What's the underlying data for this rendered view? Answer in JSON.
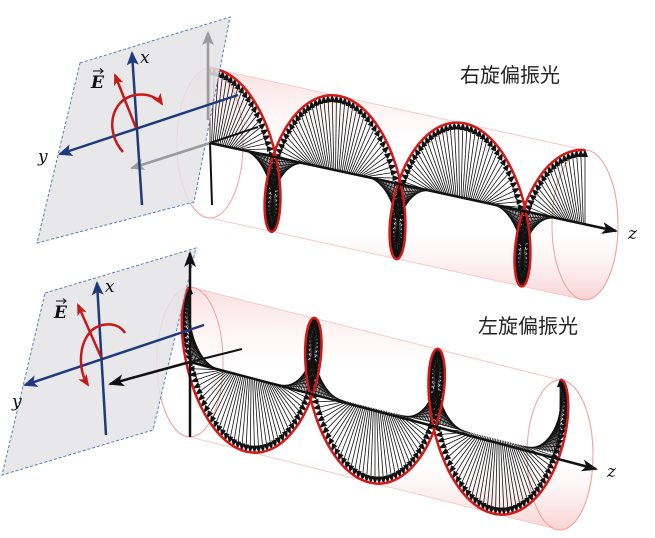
{
  "panels": [
    {
      "id": "right",
      "title": "右旋偏振光",
      "handedness": "right-circular",
      "plane_axes": {
        "x_label": "x",
        "y_label": "y",
        "field_label": "E"
      },
      "propagation_axis_label": "z",
      "rotation_direction": "clockwise"
    },
    {
      "id": "left",
      "title": "左旋偏振光",
      "handedness": "left-circular",
      "plane_axes": {
        "x_label": "x",
        "y_label": "y",
        "field_label": "E"
      },
      "propagation_axis_label": "z",
      "rotation_direction": "counter-clockwise"
    }
  ],
  "colors": {
    "plane_fill": "#e4e4e6",
    "plane_edge": "#5b7fb5",
    "axis_blue": "#1f3a7a",
    "rotation_red": "#c41a1a",
    "helix_red": "#d11a1a",
    "cylinder_pink": "#f7c9c9",
    "vector_black": "#111111",
    "ghost_gray": "#9a9a9a"
  }
}
